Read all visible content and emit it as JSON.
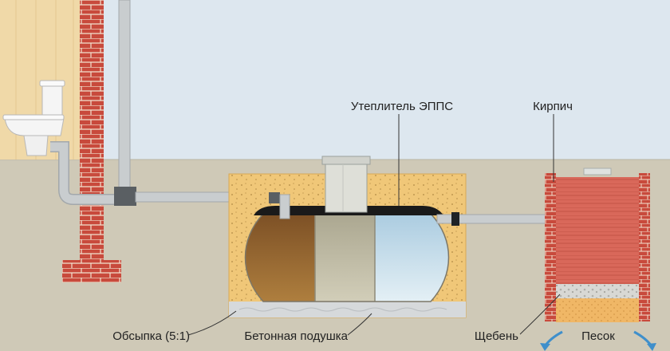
{
  "labels": {
    "insulation": "Утеплитель ЭППС",
    "brick": "Кирпич",
    "backfill": "Обсыпка (5:1)",
    "concrete_pad": "Бетонная подушка",
    "gravel": "Щебень",
    "sand": "Песок"
  },
  "colors": {
    "sky": "#dde7ef",
    "ground": "#cfc9b7",
    "wall": "#f0d9a8",
    "brick": "#c84a3c",
    "backfill": "#f0c778",
    "pipe": "#c9cdcf",
    "tank_sludge": "#9a6a35",
    "tank_middle": "#c4bfa8",
    "tank_clear": "#b7d5e6",
    "insulation": "#1a1a1a"
  }
}
